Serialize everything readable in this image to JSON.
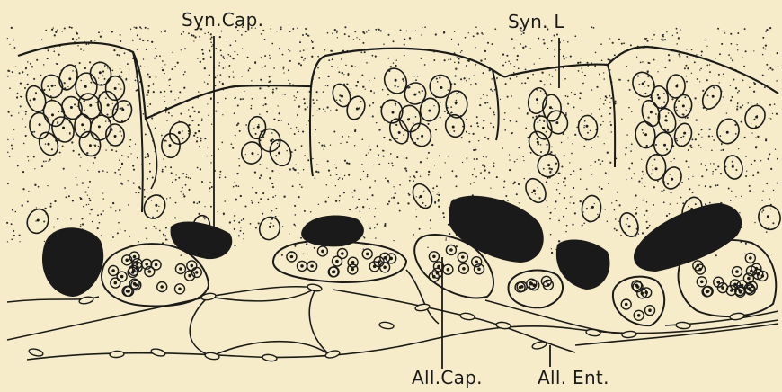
{
  "labels": {
    "syn_cap": "Syn.Cap.",
    "syn_l": "Syn. L",
    "all_cap": "All.Cap.",
    "all_ent": "All. Ent."
  },
  "colors": {
    "background": "#f7ecc9",
    "ink": "#1a1a1a",
    "stipple": "#2a2a2a"
  }
}
